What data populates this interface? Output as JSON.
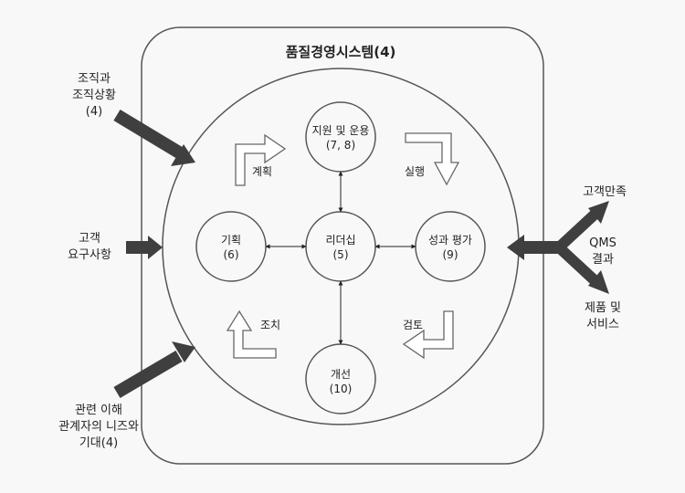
{
  "title": "품질경영시스템(4)",
  "inputs": {
    "context": [
      "조직과",
      "조직상황",
      "(4)"
    ],
    "customer_requirements": [
      "고객",
      "요구사항"
    ],
    "interested_parties": [
      "관련 이해",
      "관계자의 니즈와",
      "기대(4)"
    ]
  },
  "nodes": {
    "leadership": [
      "리더십",
      "(5)"
    ],
    "planning": [
      "기획",
      "(6)"
    ],
    "support": [
      "지원 및 운용",
      "(7, 8)"
    ],
    "performance": [
      "성과 평가",
      "(9)"
    ],
    "improvement": [
      "개선",
      "(10)"
    ]
  },
  "cycle": {
    "plan": "계획",
    "do": "실행",
    "check": "검토",
    "act": "조치"
  },
  "outputs": {
    "satisfaction": "고객만족",
    "results": [
      "QMS",
      "결과"
    ],
    "products": [
      "제품 및",
      "서비스"
    ]
  }
}
